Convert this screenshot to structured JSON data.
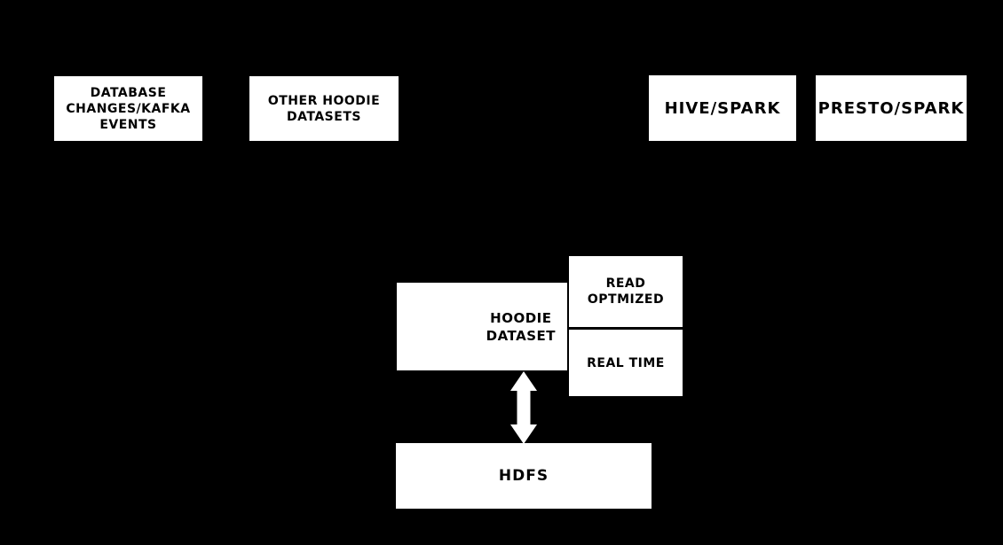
{
  "diagram": {
    "colors": {
      "background": "#000000",
      "node_fill": "#ffffff",
      "node_text": "#000000",
      "arrow": "#ffffff"
    },
    "nodes": {
      "database_changes": {
        "label": "DATABASE\nCHANGES/KAFKA\nEVENTS"
      },
      "other_hoodie_datasets": {
        "label": "OTHER HOODIE\nDATASETS"
      },
      "hive_spark": {
        "label": "HIVE/SPARK"
      },
      "presto_spark": {
        "label": "PRESTO/SPARK"
      },
      "hoodie_dataset": {
        "label": "HOODIE\nDATASET"
      },
      "read_optmized": {
        "label": "READ\nOPTMIZED"
      },
      "real_time": {
        "label": "REAL TIME"
      },
      "hdfs": {
        "label": "HDFS"
      }
    },
    "connections": [
      {
        "from": "hoodie_dataset",
        "to": "hdfs",
        "style": "double-headed-vertical-arrow"
      }
    ]
  }
}
